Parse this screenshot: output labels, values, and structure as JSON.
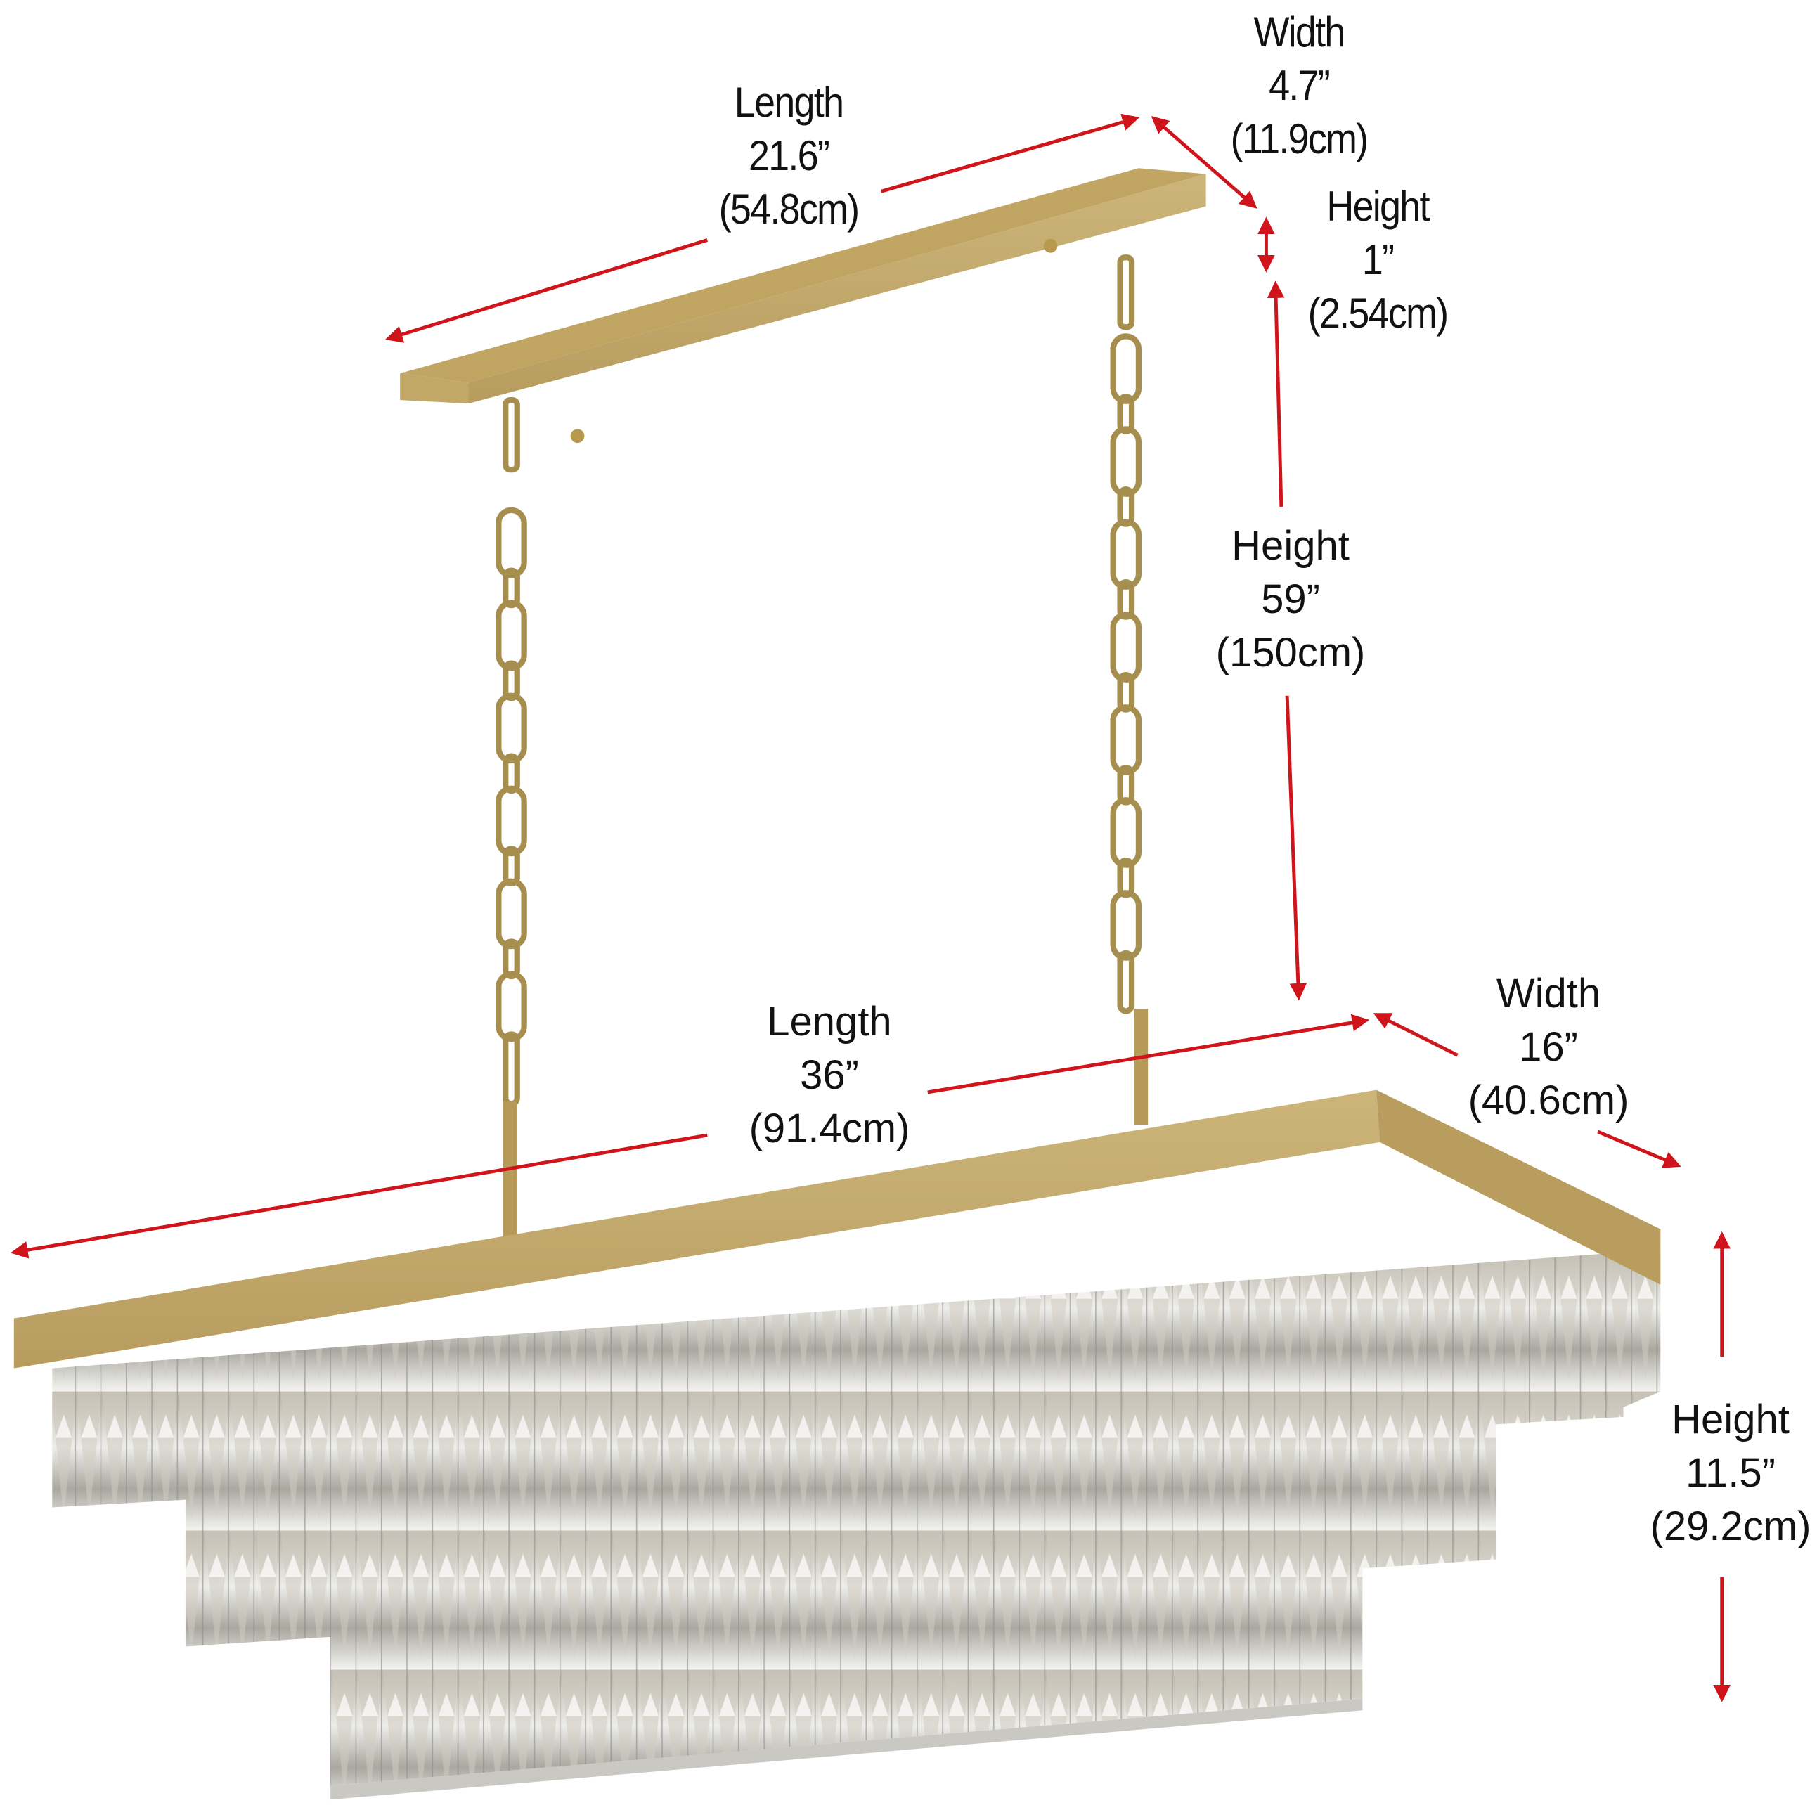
{
  "product": {
    "name": "Rectangular three-tier crystal chandelier",
    "finish_color": "#C2A866",
    "crystal_color": "#D9D9D6"
  },
  "arrow_color": "#D0141B",
  "dimensions": {
    "canopy_length": {
      "title": "Length",
      "inches": "21.6”",
      "cm": "(54.8cm)"
    },
    "canopy_width": {
      "title": "Width",
      "inches": "4.7”",
      "cm": "(11.9cm)"
    },
    "canopy_height": {
      "title": "Height",
      "inches": "1”",
      "cm": "(2.54cm)"
    },
    "chain_height": {
      "title": "Height",
      "inches": "59”",
      "cm": "(150cm)"
    },
    "body_length": {
      "title": "Length",
      "inches": "36”",
      "cm": "(91.4cm)"
    },
    "body_width": {
      "title": "Width",
      "inches": "16”",
      "cm": "(40.6cm)"
    },
    "body_height": {
      "title": "Height",
      "inches": "11.5”",
      "cm": "(29.2cm)"
    }
  }
}
